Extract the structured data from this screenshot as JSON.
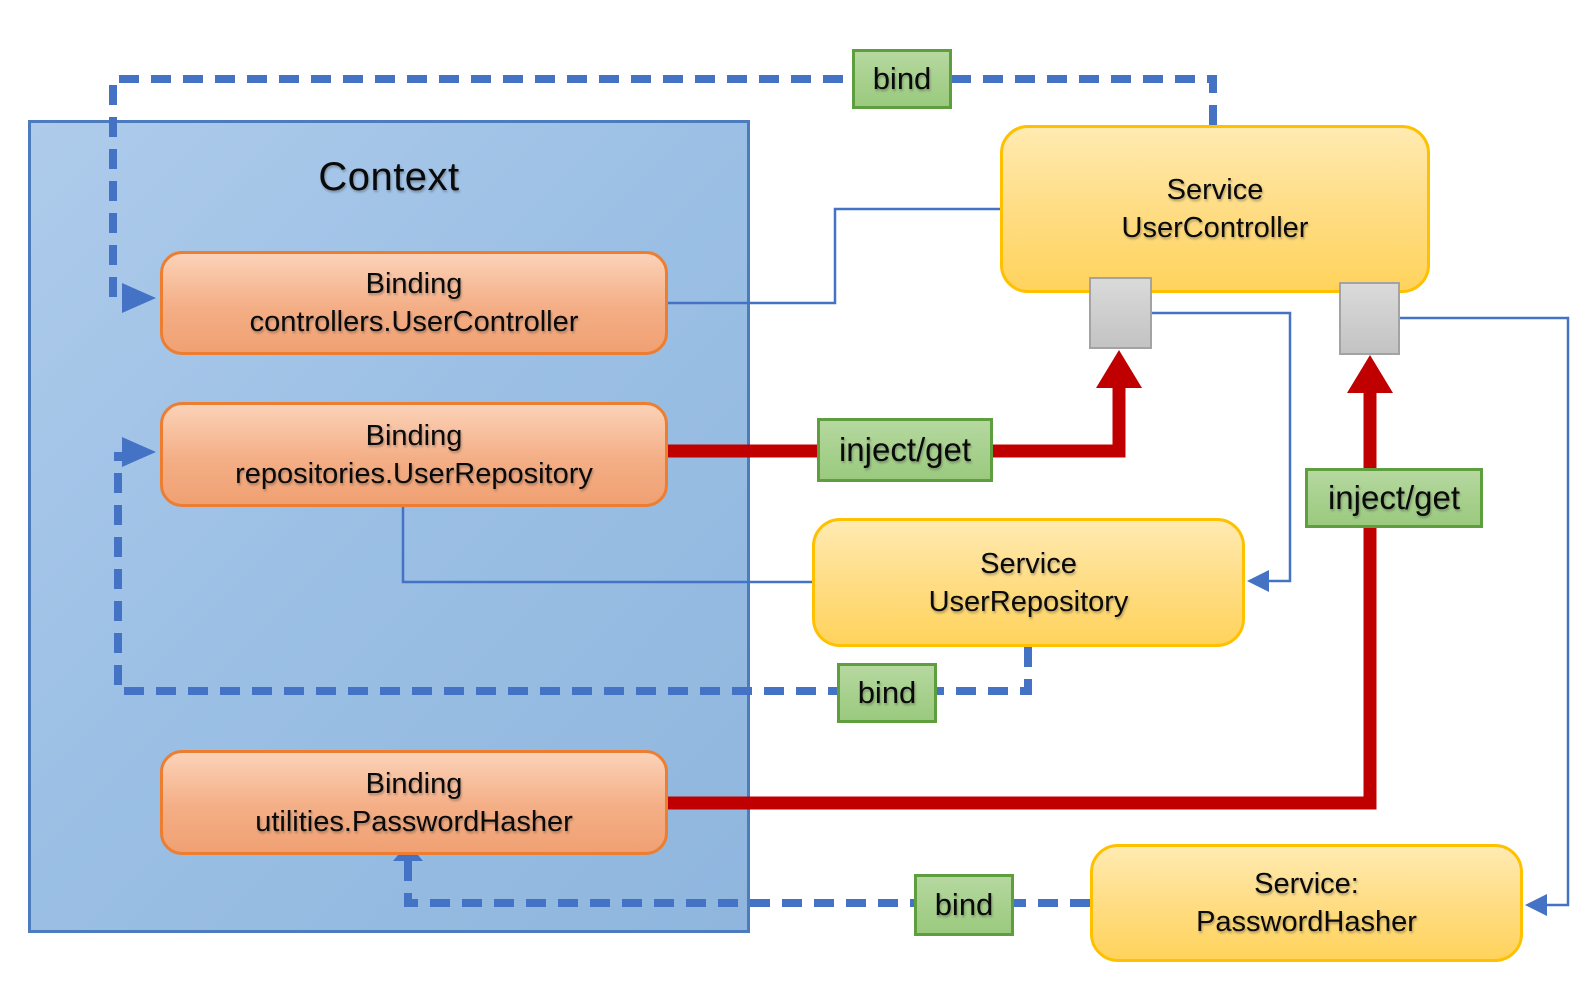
{
  "context": {
    "title": "Context"
  },
  "bindings": [
    {
      "title": "Binding",
      "key": "controllers.UserController"
    },
    {
      "title": "Binding",
      "key": "repositories.UserRepository"
    },
    {
      "title": "Binding",
      "key": "utilities.PasswordHasher"
    }
  ],
  "services": [
    {
      "title": "Service",
      "name": "UserController"
    },
    {
      "title": "Service",
      "name": "UserRepository"
    },
    {
      "title": "Service:",
      "name": "PasswordHasher"
    }
  ],
  "labels": {
    "bind_top": "bind",
    "bind_middle": "bind",
    "bind_bottom": "bind",
    "inject_get_left": "inject/get",
    "inject_get_right": "inject/get"
  },
  "colors": {
    "context_fill": "#9dc3e6",
    "context_border": "#4c7cbe",
    "binding_fill": "#f4ae85",
    "binding_border": "#ed7d31",
    "service_fill": "#ffd35c",
    "service_border": "#ffc000",
    "label_fill": "#a6d08c",
    "label_border": "#5f9e3f",
    "wire_blue": "#4472c4",
    "wire_red": "#c00000",
    "slot_fill": "#cccccc",
    "slot_border": "#a3a3a3"
  }
}
